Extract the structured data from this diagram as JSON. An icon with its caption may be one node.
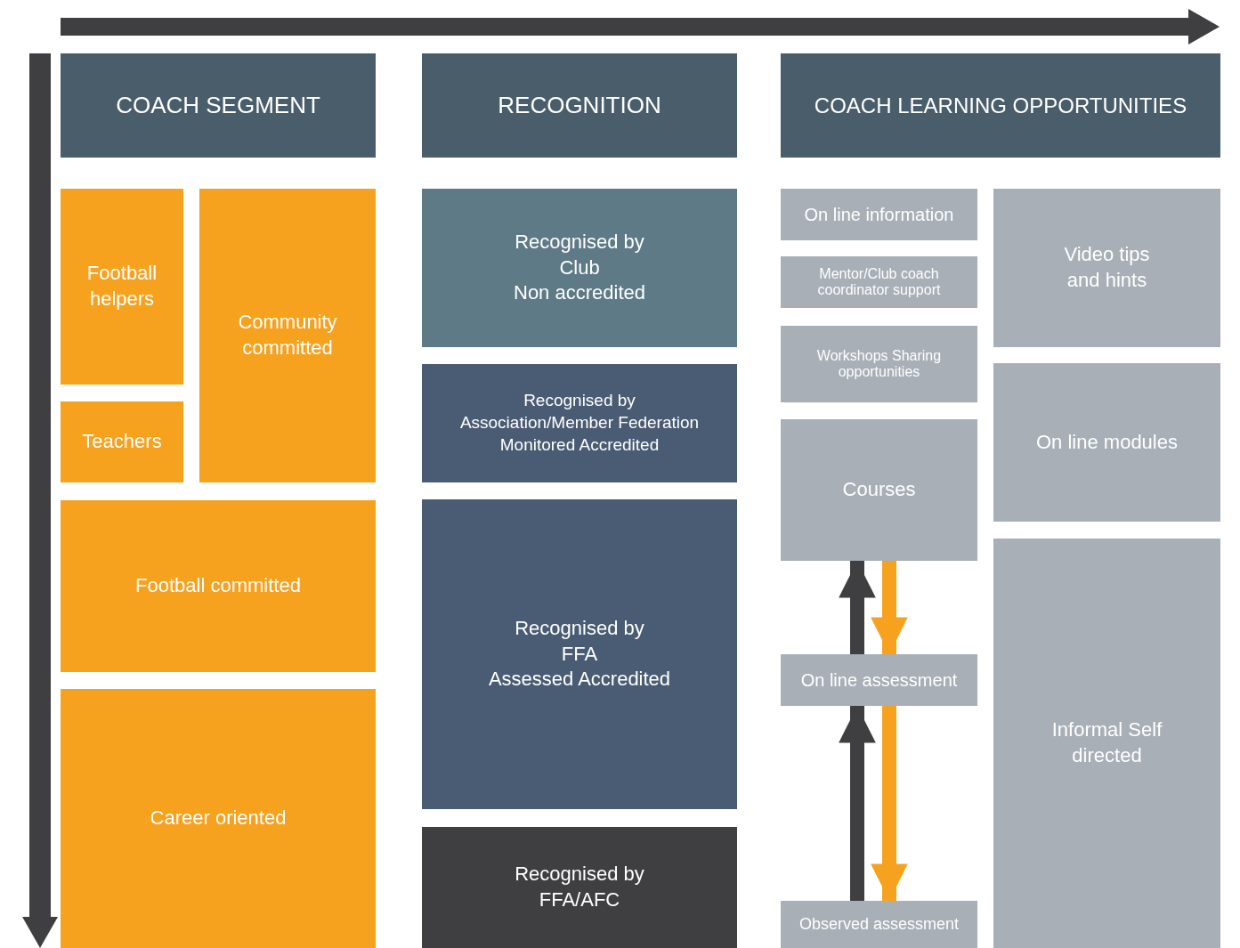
{
  "diagram": {
    "nodes": [
      {
        "text": [
          "COACH SEGMENT"
        ]
      },
      {
        "text": [
          "RECOGNITION"
        ]
      },
      {
        "text": [
          "COACH LEARNING OPPORTUNITIES"
        ]
      },
      {
        "text": [
          "Football helpers"
        ]
      },
      {
        "text": [
          "Teachers"
        ]
      },
      {
        "text": [
          "Community committed"
        ]
      },
      {
        "text": [
          "Football committed"
        ]
      },
      {
        "text": [
          "Career oriented"
        ]
      },
      {
        "text": [
          "Recognised by",
          "Club",
          "Non accredited"
        ]
      },
      {
        "text": [
          "Recognised by",
          "Association/Member Federation",
          "Monitored Accredited"
        ]
      },
      {
        "text": [
          "Recognised by",
          "FFA",
          "Assessed Accredited"
        ]
      },
      {
        "text": [
          "Recognised by",
          "FFA/AFC"
        ]
      },
      {
        "text": [
          "On line information"
        ]
      },
      {
        "text": [
          "Mentor/Club coach coordinator support"
        ]
      },
      {
        "text": [
          "Workshops Sharing opportunities"
        ]
      },
      {
        "text": [
          "Courses"
        ]
      },
      {
        "text": [
          "On line assessment"
        ]
      },
      {
        "text": [
          "Observed assessment"
        ]
      },
      {
        "text": [
          "Video tips and hints"
        ]
      },
      {
        "text": [
          "On line modules"
        ]
      },
      {
        "text": [
          "Informal Self directed"
        ]
      }
    ],
    "edges": [
      {
        "from": 16,
        "to": 15,
        "arrow": "to",
        "color": "#3f3f42"
      },
      {
        "from": 15,
        "to": 16,
        "arrow": "to",
        "color": "#f7a21e"
      },
      {
        "from": 17,
        "to": 16,
        "arrow": "to",
        "color": "#3f3f42"
      },
      {
        "from": 16,
        "to": 17,
        "arrow": "to",
        "color": "#f7a21e"
      }
    ]
  }
}
